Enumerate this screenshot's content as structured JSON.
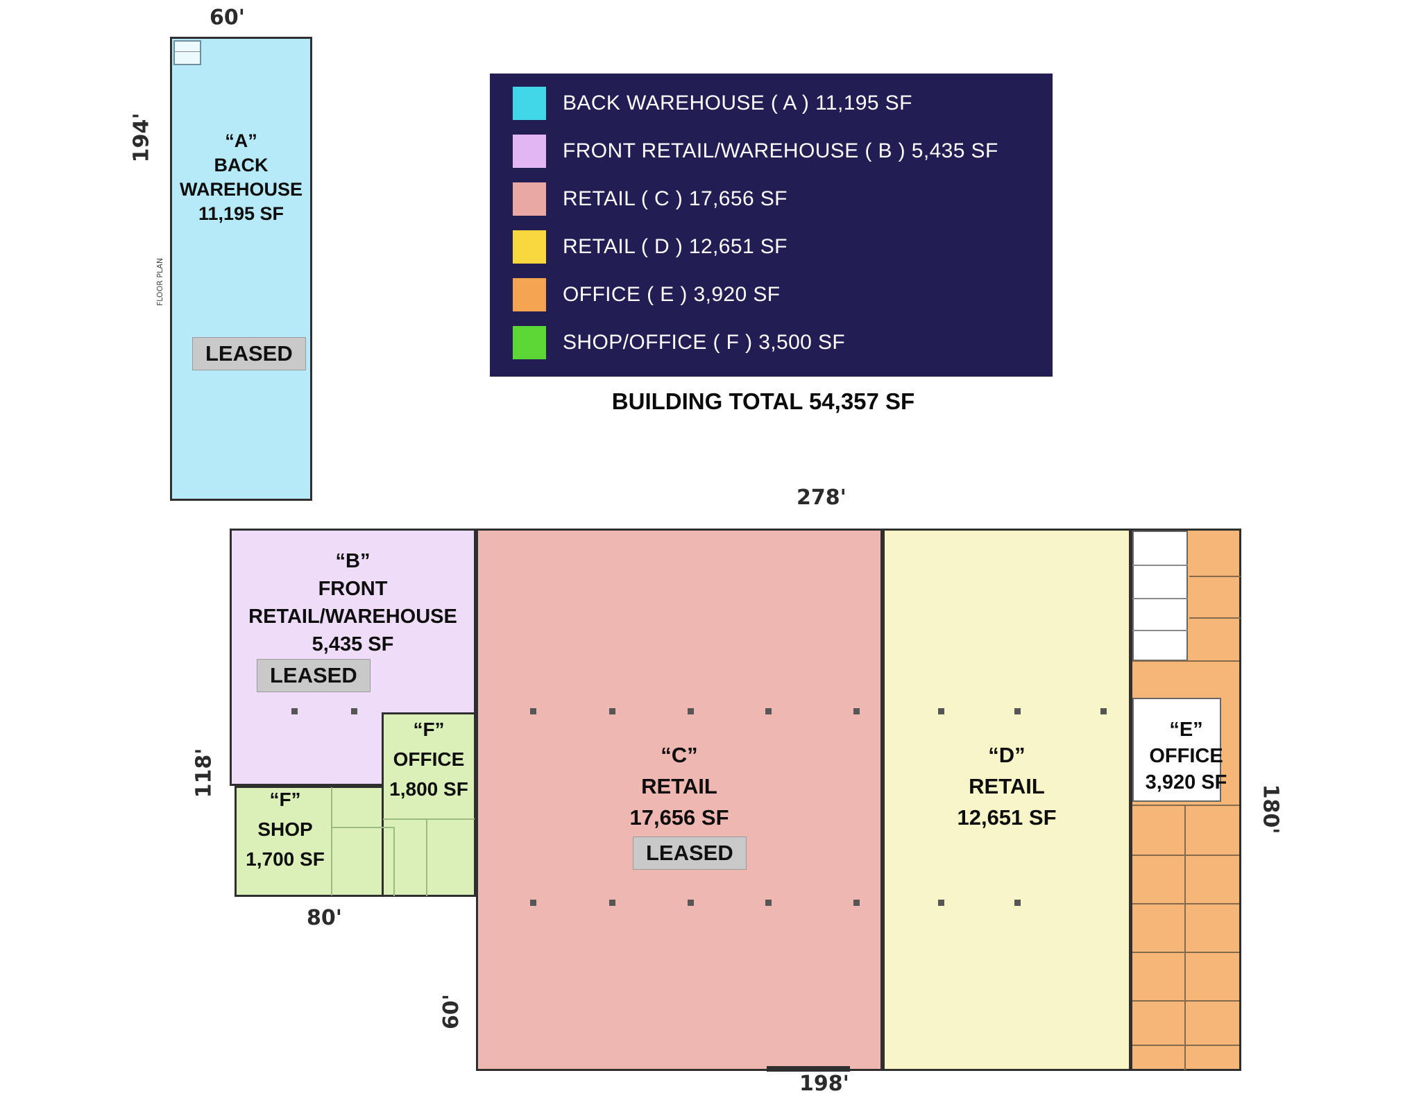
{
  "legend": {
    "items": [
      {
        "unit": "A",
        "label": "BACK WAREHOUSE ( A ) 11,195 SF",
        "color": "#41d6e8"
      },
      {
        "unit": "B",
        "label": "FRONT RETAIL/WAREHOUSE ( B ) 5,435 SF",
        "color": "#e2b6f2"
      },
      {
        "unit": "C",
        "label": "RETAIL ( C ) 17,656 SF",
        "color": "#eaa8a4"
      },
      {
        "unit": "D",
        "label": "RETAIL ( D ) 12,651 SF",
        "color": "#f9d83f"
      },
      {
        "unit": "E",
        "label": "OFFICE ( E ) 3,920 SF",
        "color": "#f5a452"
      },
      {
        "unit": "F",
        "label": "SHOP/OFFICE ( F ) 3,500 SF",
        "color": "#5cd634"
      }
    ],
    "building_total": "BUILDING TOTAL 54,357 SF"
  },
  "units": {
    "a": {
      "code": "“A”",
      "line1": "BACK",
      "line2": "WAREHOUSE",
      "area": "11,195 SF",
      "status": "LEASED",
      "fill": "#b7eaf8"
    },
    "b": {
      "code": "“B”",
      "line1": "FRONT",
      "line2": "RETAIL/WAREHOUSE",
      "area": "5,435 SF",
      "status": "LEASED",
      "fill": "#eedcf8"
    },
    "c": {
      "code": "“C”",
      "line1": "RETAIL",
      "area": "17,656 SF",
      "status": "LEASED",
      "fill": "#efb7b1"
    },
    "d": {
      "code": "“D”",
      "line1": "RETAIL",
      "area": "12,651 SF",
      "fill": "#f8f5c9"
    },
    "e": {
      "code": "“E”",
      "line1": "OFFICE",
      "area": "3,920 SF",
      "fill": "#f6b678"
    },
    "f_office": {
      "code": "“F”",
      "line1": "OFFICE",
      "area": "1,800 SF",
      "fill": "#dbf0b8"
    },
    "f_shop": {
      "code": "“F”",
      "line1": "SHOP",
      "area": "1,700 SF",
      "fill": "#dbf0b8"
    }
  },
  "dims": {
    "a_top": "60'",
    "a_left": "194'",
    "main_top": "278'",
    "main_left": "118'",
    "f_bottom": "80'",
    "c_left": "60'",
    "main_bottom": "198'",
    "main_right": "180'"
  },
  "annotations": {
    "side_note": "FLOOR PLAN"
  },
  "colors": {
    "legend_bg": "#221d52",
    "legend_text": "#ffffff",
    "leased_badge_bg": "#c9c9c9",
    "wall_outline": "#2f2f2f",
    "background": "#ffffff"
  }
}
